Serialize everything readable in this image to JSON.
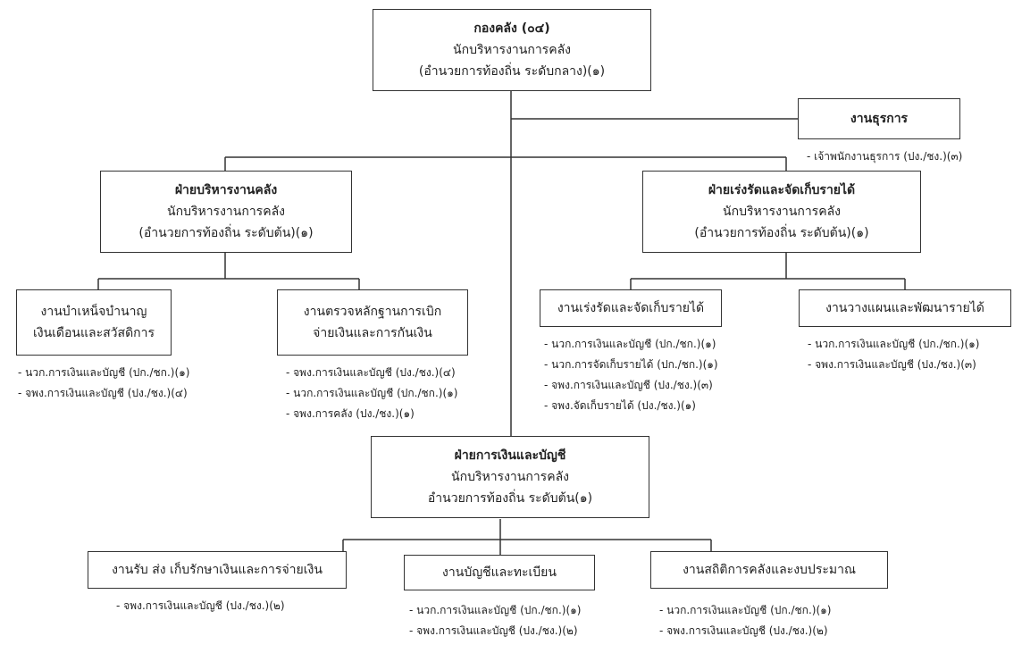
{
  "top": {
    "title": "กองคลัง (๐๔)",
    "line1": "นักบริหารงานการคลัง",
    "line2": "(อำนวยการท้องถิ่น ระดับกลาง)(๑)"
  },
  "general_affairs": {
    "title": "งานธุรการ",
    "staff": [
      "- เจ้าพนักงานธุรการ (ปง./ชง.)(๓)"
    ]
  },
  "div_admin": {
    "title": "ฝ่ายบริหารงานคลัง",
    "line1": "นักบริหารงานการคลัง",
    "line2": "(อำนวยการท้องถิ่น ระดับต้น)(๑)",
    "units": [
      {
        "line1": "งานบำเหน็จบำนาญ",
        "line2": "เงินเดือนและสวัสดิการ",
        "staff": [
          "- นวก.การเงินและบัญชี (ปก./ชก.)(๑)",
          "- จพง.การเงินและบัญชี (ปง./ชง.)(๔)"
        ]
      },
      {
        "line1": "งานตรวจหลักฐานการเบิก",
        "line2": "จ่ายเงินและการกันเงิน",
        "staff": [
          "- จพง.การเงินและบัญชี (ปง./ชง.)(๔)",
          "- นวก.การเงินและบัญชี (ปก./ชก.)(๑)",
          "- จพง.การคลัง (ปง./ชง.)(๑)"
        ]
      }
    ]
  },
  "div_revenue": {
    "title": "ฝ่ายเร่งรัดและจัดเก็บรายได้",
    "line1": "นักบริหารงานการคลัง",
    "line2": "(อำนวยการท้องถิ่น ระดับต้น)(๑)",
    "units": [
      {
        "line1": "งานเร่งรัดและจัดเก็บรายได้",
        "staff": [
          "- นวก.การเงินและบัญชี (ปก./ชก.)(๑)",
          "- นวก.การจัดเก็บรายได้ (ปก./ชก.)(๑)",
          "- จพง.การเงินและบัญชี (ปง./ชง.)(๓)",
          "- จพง.จัดเก็บรายได้ (ปง./ชง.)(๑)"
        ]
      },
      {
        "line1": "งานวางแผนและพัฒนารายได้",
        "staff": [
          "- นวก.การเงินและบัญชี (ปก./ชก.)(๑)",
          "- จพง.การเงินและบัญชี (ปง./ชง.)(๓)"
        ]
      }
    ]
  },
  "div_finance": {
    "title": "ฝ่ายการเงินและบัญชี",
    "line1": "นักบริหารงานการคลัง",
    "line2": "อำนวยการท้องถิ่น ระดับต้น(๑)",
    "units": [
      {
        "line1": "งานรับ ส่ง เก็บรักษาเงินและการจ่ายเงิน",
        "staff": [
          "- จพง.การเงินและบัญชี (ปง./ชง.)(๒)"
        ]
      },
      {
        "line1": "งานบัญชีและทะเบียน",
        "staff": [
          "- นวก.การเงินและบัญชี (ปก./ชก.)(๑)",
          "- จพง.การเงินและบัญชี (ปง./ชง.)(๒)"
        ]
      },
      {
        "line1": "งานสถิติการคลังและงบประมาณ",
        "staff": [
          "- นวก.การเงินและบัญชี (ปก./ชก.)(๑)",
          "- จพง.การเงินและบัญชี (ปง./ชง.)(๒)"
        ]
      }
    ]
  }
}
